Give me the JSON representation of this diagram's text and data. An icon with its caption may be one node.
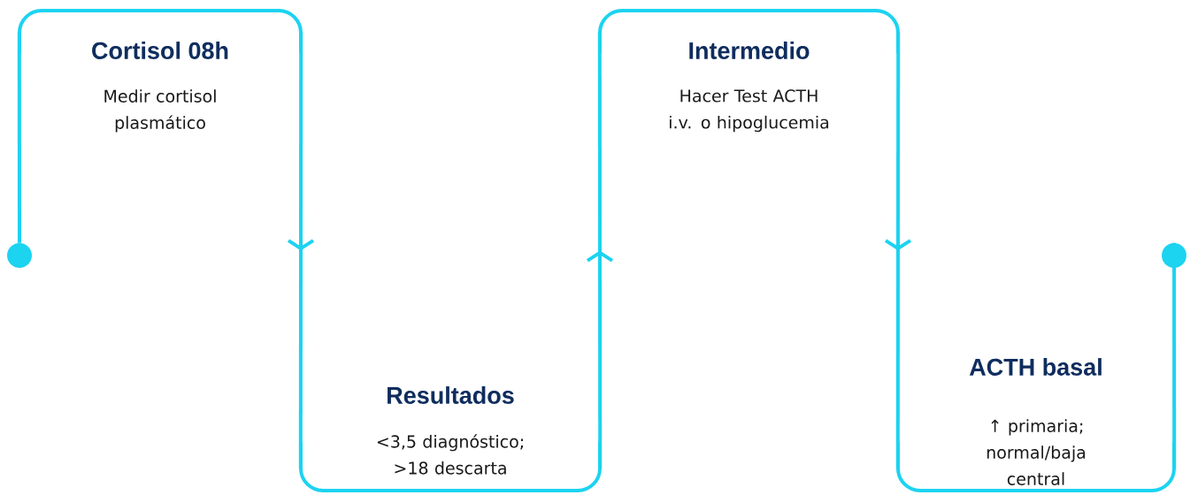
{
  "diagram": {
    "nodes": [
      {
        "text": [],
        "shape": "circle"
      },
      {
        "text": [
          "Cortisol 08h",
          "Medir cortisol plasmático"
        ]
      },
      {
        "text": [
          "Resultados",
          "<3,5 diagnóstico; >18 descarta"
        ]
      },
      {
        "text": [
          "Intermedio",
          "Hacer Test ACTH i.v. o hipoglucemia"
        ]
      },
      {
        "text": [
          "ACTH basal",
          "↑ primaria; normal/baja central"
        ]
      },
      {
        "text": [],
        "shape": "circle"
      }
    ],
    "edges": [
      {
        "from": 0,
        "to": 1,
        "arrow": "none"
      },
      {
        "from": 1,
        "to": 2,
        "arrow": "to"
      },
      {
        "from": 2,
        "to": 3,
        "arrow": "to"
      },
      {
        "from": 3,
        "to": 4,
        "arrow": "to"
      },
      {
        "from": 4,
        "to": 5,
        "arrow": "none"
      }
    ]
  }
}
